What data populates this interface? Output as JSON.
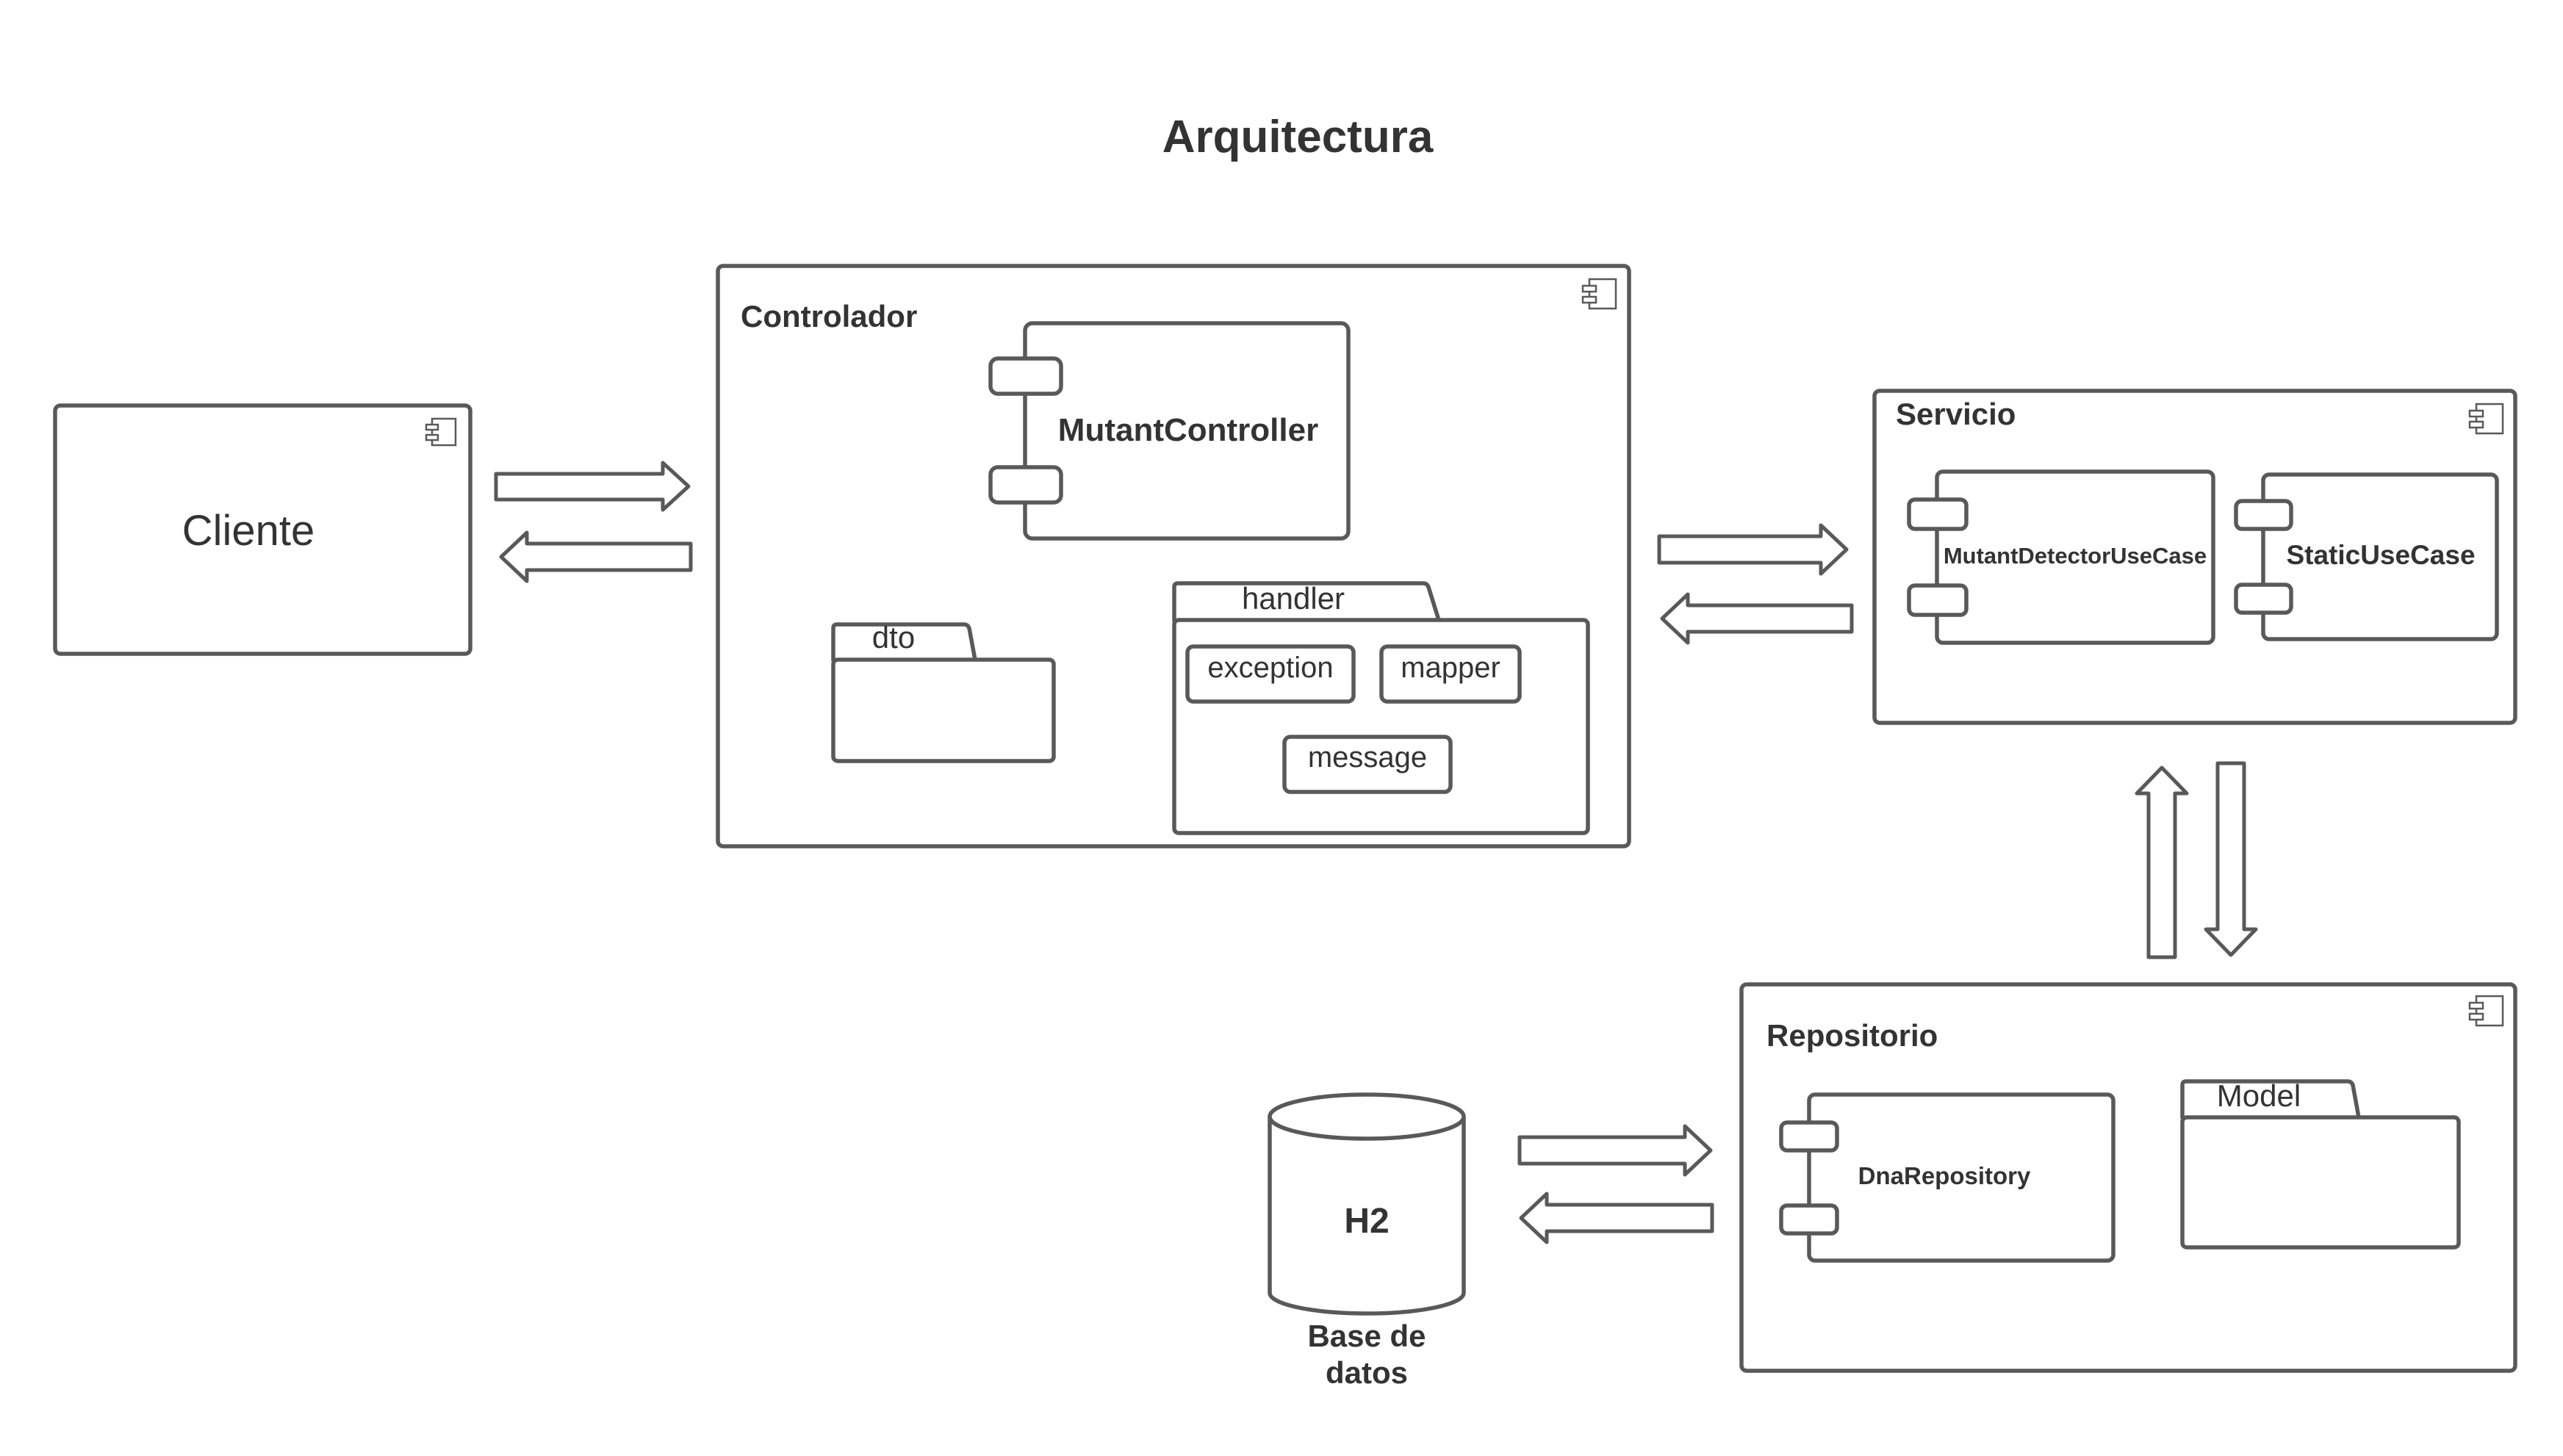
{
  "title": "Arquitectura",
  "cliente": {
    "label": "Cliente"
  },
  "controlador": {
    "label": "Controlador",
    "component": "MutantController",
    "packages": {
      "dto": "dto",
      "handler": "handler",
      "exception": "exception",
      "mapper": "mapper",
      "message": "message"
    }
  },
  "servicio": {
    "label": "Servicio",
    "components": [
      "MutantDetectorUseCase",
      "StaticUseCase"
    ]
  },
  "repositorio": {
    "label": "Repositorio",
    "component": "DnaRepository",
    "package": "Model"
  },
  "database": {
    "name": "H2",
    "caption_line1": "Base de",
    "caption_line2": "datos"
  },
  "colors": {
    "stroke": "#595959",
    "text": "#333333",
    "background": "#ffffff"
  },
  "icons": [
    "component-icon",
    "arrow-right-icon",
    "arrow-left-icon",
    "arrow-up-icon",
    "arrow-down-icon"
  ]
}
